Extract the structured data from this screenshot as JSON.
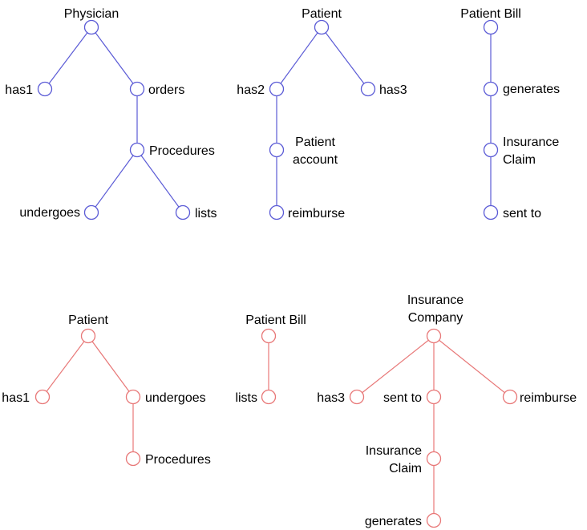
{
  "colors": {
    "tree_blue": "#5b5bd6",
    "tree_red": "#e87878"
  },
  "trees": [
    {
      "id": "physician",
      "color": "tree_blue",
      "nodes": [
        {
          "id": "physician",
          "label": "Physician"
        },
        {
          "id": "has1",
          "label": "has1"
        },
        {
          "id": "orders",
          "label": "orders"
        },
        {
          "id": "procedures",
          "label": "Procedures"
        },
        {
          "id": "undergoes",
          "label": "undergoes"
        },
        {
          "id": "lists",
          "label": "lists"
        }
      ],
      "edges": [
        [
          "physician",
          "has1"
        ],
        [
          "physician",
          "orders"
        ],
        [
          "orders",
          "procedures"
        ],
        [
          "procedures",
          "undergoes"
        ],
        [
          "procedures",
          "lists"
        ]
      ]
    },
    {
      "id": "patient-top",
      "color": "tree_blue",
      "nodes": [
        {
          "id": "patient",
          "label": "Patient"
        },
        {
          "id": "has2",
          "label": "has2"
        },
        {
          "id": "has3",
          "label": "has3"
        },
        {
          "id": "patient-account",
          "label": [
            "Patient",
            "account"
          ]
        },
        {
          "id": "reimburse",
          "label": "reimburse"
        }
      ],
      "edges": [
        [
          "patient",
          "has2"
        ],
        [
          "patient",
          "has3"
        ],
        [
          "has2",
          "patient-account"
        ],
        [
          "patient-account",
          "reimburse"
        ]
      ]
    },
    {
      "id": "patient-bill-top",
      "color": "tree_blue",
      "nodes": [
        {
          "id": "patient-bill",
          "label": "Patient Bill"
        },
        {
          "id": "generates",
          "label": "generates"
        },
        {
          "id": "insurance-claim",
          "label": [
            "Insurance",
            "Claim"
          ]
        },
        {
          "id": "sent-to",
          "label": "sent to"
        }
      ],
      "edges": [
        [
          "patient-bill",
          "generates"
        ],
        [
          "generates",
          "insurance-claim"
        ],
        [
          "insurance-claim",
          "sent-to"
        ]
      ]
    },
    {
      "id": "patient-bottom",
      "color": "tree_red",
      "nodes": [
        {
          "id": "patient",
          "label": "Patient"
        },
        {
          "id": "has1",
          "label": "has1"
        },
        {
          "id": "undergoes",
          "label": "undergoes"
        },
        {
          "id": "procedures",
          "label": "Procedures"
        }
      ],
      "edges": [
        [
          "patient",
          "has1"
        ],
        [
          "patient",
          "undergoes"
        ],
        [
          "undergoes",
          "procedures"
        ]
      ]
    },
    {
      "id": "patient-bill-bottom",
      "color": "tree_red",
      "nodes": [
        {
          "id": "patient-bill",
          "label": "Patient Bill"
        },
        {
          "id": "lists",
          "label": "lists"
        }
      ],
      "edges": [
        [
          "patient-bill",
          "lists"
        ]
      ]
    },
    {
      "id": "insurance-company",
      "color": "tree_red",
      "nodes": [
        {
          "id": "insurance-company",
          "label": [
            "Insurance",
            "Company"
          ]
        },
        {
          "id": "has3",
          "label": "has3"
        },
        {
          "id": "sent-to",
          "label": "sent to"
        },
        {
          "id": "reimburse",
          "label": "reimburse"
        },
        {
          "id": "insurance-claim",
          "label": [
            "Insurance",
            "Claim"
          ]
        },
        {
          "id": "generates",
          "label": "generates"
        }
      ],
      "edges": [
        [
          "insurance-company",
          "has3"
        ],
        [
          "insurance-company",
          "sent-to"
        ],
        [
          "insurance-company",
          "reimburse"
        ],
        [
          "sent-to",
          "insurance-claim"
        ],
        [
          "insurance-claim",
          "generates"
        ]
      ]
    }
  ]
}
